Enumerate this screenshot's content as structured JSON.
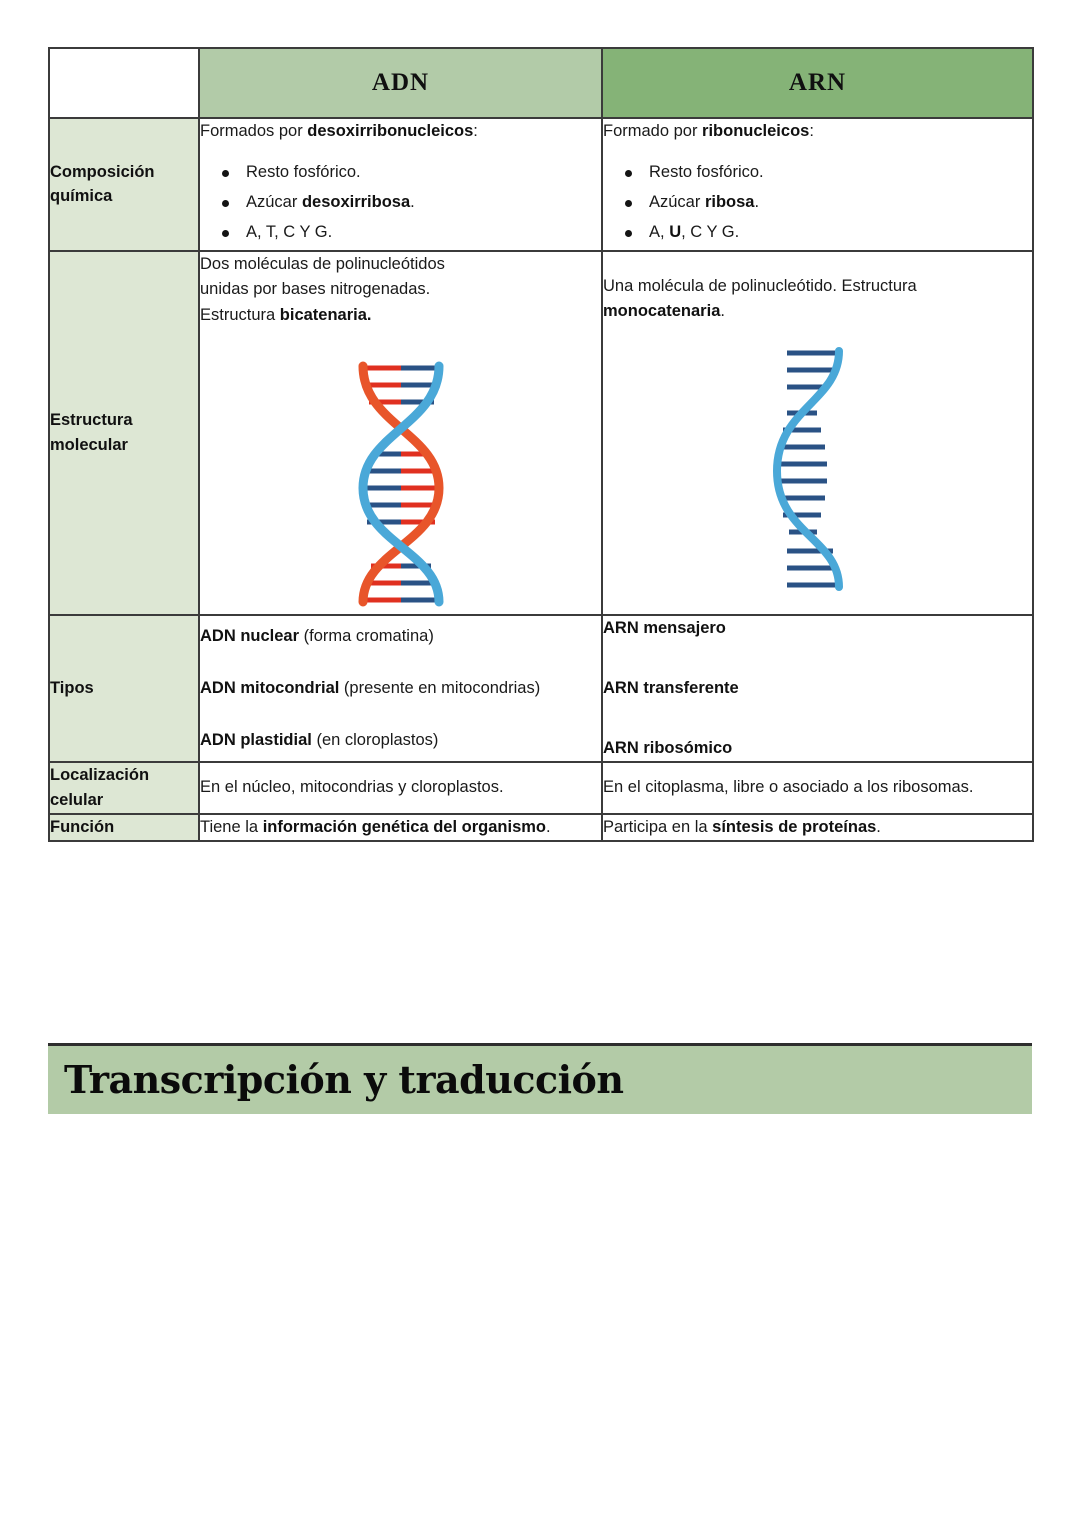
{
  "table": {
    "header": {
      "empty_label": "",
      "adn": "ADN",
      "arn": "ARN"
    },
    "colors": {
      "adn_header_bg": "#b2cba8",
      "arn_header_bg": "#85b377",
      "row_label_bg": "#dde7d4",
      "border": "#3b3b3b",
      "banner_bg": "#b3cba7",
      "dna_strand_orange": "#e8552a",
      "dna_strand_blue": "#4aa8d8",
      "rung_red": "#e03020",
      "rung_blue": "#2a5285"
    },
    "rows": [
      {
        "label": "Composición química",
        "adn": {
          "lead_plain": "Formados por ",
          "lead_bold": "desoxirribonucleicos",
          "lead_tail": ":",
          "bullets": [
            {
              "plain": "Resto fosfórico.",
              "bold": "",
              "tail": ""
            },
            {
              "plain": "Azúcar ",
              "bold": "desoxirribosa",
              "tail": "."
            },
            {
              "plain": "A, T, C Y G.",
              "bold": "",
              "tail": ""
            }
          ]
        },
        "arn": {
          "lead_plain": "Formado por ",
          "lead_bold": "ribonucleicos",
          "lead_tail": ":",
          "bullets": [
            {
              "plain": "Resto fosfórico.",
              "bold": "",
              "tail": ""
            },
            {
              "plain": "Azúcar ",
              "bold": "ribosa",
              "tail": "."
            },
            {
              "plain": "A, ",
              "bold": "U",
              "tail": ", C Y G."
            }
          ]
        }
      },
      {
        "label": "Estructura molecular",
        "adn": {
          "line1": "Dos moléculas de polinucleótidos",
          "line2": "unidas por bases nitrogenadas.",
          "line3_plain": "Estructura ",
          "line3_bold": "bicatenaria.",
          "figure": "dna-double-helix-figure"
        },
        "arn": {
          "line1": "Una molécula de polinucleótido. Estructura",
          "line2_bold": "monocatenaria",
          "line2_tail": ".",
          "figure": "rna-single-strand-figure"
        }
      },
      {
        "label": "Tipos",
        "adn_items": [
          {
            "bold": "ADN nuclear",
            "plain": " (forma cromatina)"
          },
          {
            "bold": "ADN mitocondrial",
            "plain": " (presente en mitocondrias)"
          },
          {
            "bold": "ADN plastidial",
            "plain": " (en cloroplastos)"
          }
        ],
        "arn_items": [
          {
            "bold": "ARN mensajero",
            "plain": ""
          },
          {
            "bold": "ARN transferente",
            "plain": ""
          },
          {
            "bold": "ARN ribosómico",
            "plain": ""
          }
        ]
      },
      {
        "label": "Localización celular",
        "adn_text": "En el núcleo, mitocondrias y cloroplastos.",
        "arn_text": "En el citoplasma, libre o asociado a los ribosomas."
      },
      {
        "label": "Función",
        "adn": {
          "plain": "Tiene la ",
          "bold": "información genética del organismo",
          "tail": "."
        },
        "arn": {
          "plain": "Participa en la ",
          "bold": "síntesis de proteínas",
          "tail": "."
        }
      }
    ]
  },
  "banner": {
    "title": "Transcripción y traducción"
  }
}
